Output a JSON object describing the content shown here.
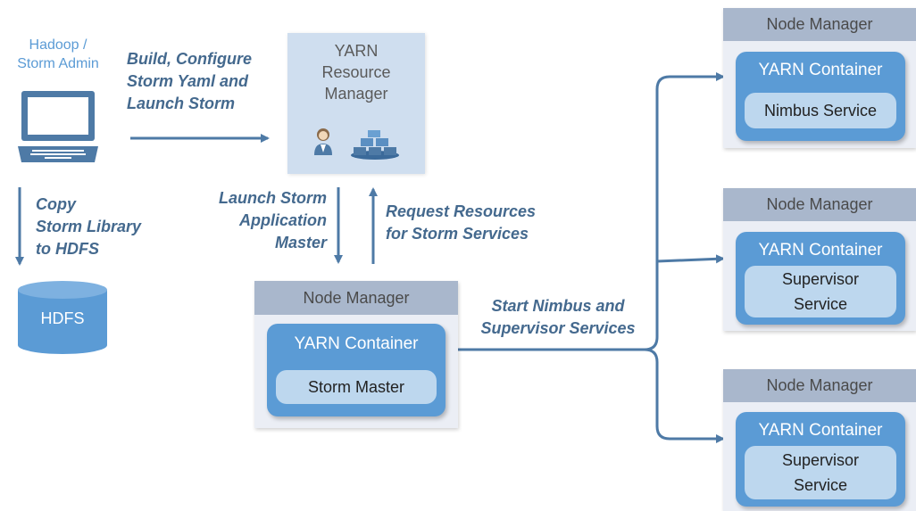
{
  "admin": {
    "label_line1": "Hadoop /",
    "label_line2": "Storm Admin"
  },
  "steps": {
    "build_line1": "Build, Configure",
    "build_line2": "Storm Yaml and",
    "build_line3": "Launch Storm",
    "copy_line1": "Copy",
    "copy_line2": "Storm Library",
    "copy_line3": "to HDFS",
    "launch_line1": "Launch Storm",
    "launch_line2": "Application",
    "launch_line3": "Master",
    "request_line1": "Request Resources",
    "request_line2": "for Storm Services",
    "start_line1": "Start Nimbus and",
    "start_line2": "Supervisor Services"
  },
  "resource_manager": {
    "title_line1": "YARN",
    "title_line2": "Resource",
    "title_line3": "Manager"
  },
  "hdfs": {
    "label": "HDFS"
  },
  "master_node": {
    "header": "Node Manager",
    "container": "YARN Container",
    "service": "Storm Master"
  },
  "nodes": [
    {
      "header": "Node Manager",
      "container": "YARN Container",
      "service_line1": "Nimbus Service",
      "service_line2": ""
    },
    {
      "header": "Node Manager",
      "container": "YARN Container",
      "service_line1": "Supervisor",
      "service_line2": "Service"
    },
    {
      "header": "Node Manager",
      "container": "YARN Container",
      "service_line1": "Supervisor",
      "service_line2": "Service"
    }
  ],
  "colors": {
    "arrow": "#4e7aa6",
    "label": "#44698e",
    "admin_label": "#5b9bd5",
    "container": "#5b9bd5",
    "service": "#bdd7ee",
    "node_header": "#a9b7cc",
    "node_body": "#ebeef5",
    "resource_manager": "#cfdeef"
  }
}
